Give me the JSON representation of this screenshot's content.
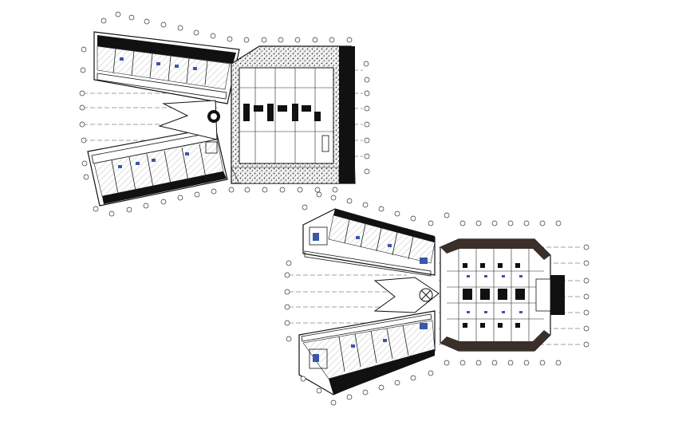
{
  "drawing": {
    "background": "#ffffff",
    "line_color": "#111111",
    "hatch_color": "#333333",
    "accent_blue": "#3a57a8",
    "plans": [
      {
        "name": "upper-floor-plan",
        "wings": 2,
        "rooms_per_wing": 7,
        "core": "hatched-block-with-grid"
      },
      {
        "name": "lower-floor-plan",
        "wings": 2,
        "rooms_per_wing": 7,
        "core": "room-grid-with-stair"
      }
    ],
    "grid_bubble_count_visible": 90
  }
}
